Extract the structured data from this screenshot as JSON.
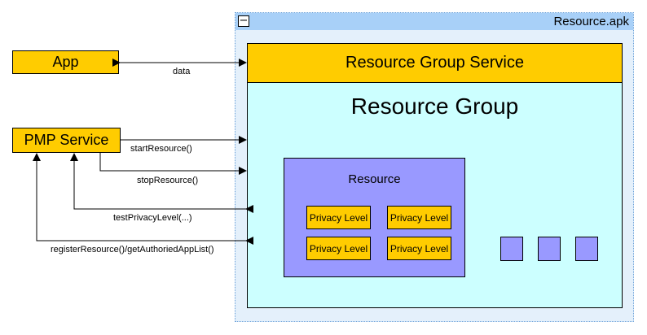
{
  "package": {
    "title": "Resource.apk",
    "collapse_symbol": "−"
  },
  "service": {
    "label": "Resource Group Service"
  },
  "group": {
    "label": "Resource Group"
  },
  "resource": {
    "label": "Resource",
    "privacy_levels": [
      "Privacy Level",
      "Privacy Level",
      "Privacy Level",
      "Privacy Level"
    ]
  },
  "external": {
    "app": "App",
    "pmp": "PMP Service"
  },
  "edges": {
    "data": "data",
    "start": "startResource()",
    "stop": "stopResource()",
    "test": "testPrivacyLevel(...)",
    "register": "registerResource()/getAuthoriedAppList()"
  },
  "colors": {
    "service_fill": "#ffcc00",
    "group_fill": "#ccffff",
    "resource_fill": "#9999ff",
    "package_header": "#a8d0f8",
    "package_fill": "#e4f0fb"
  }
}
